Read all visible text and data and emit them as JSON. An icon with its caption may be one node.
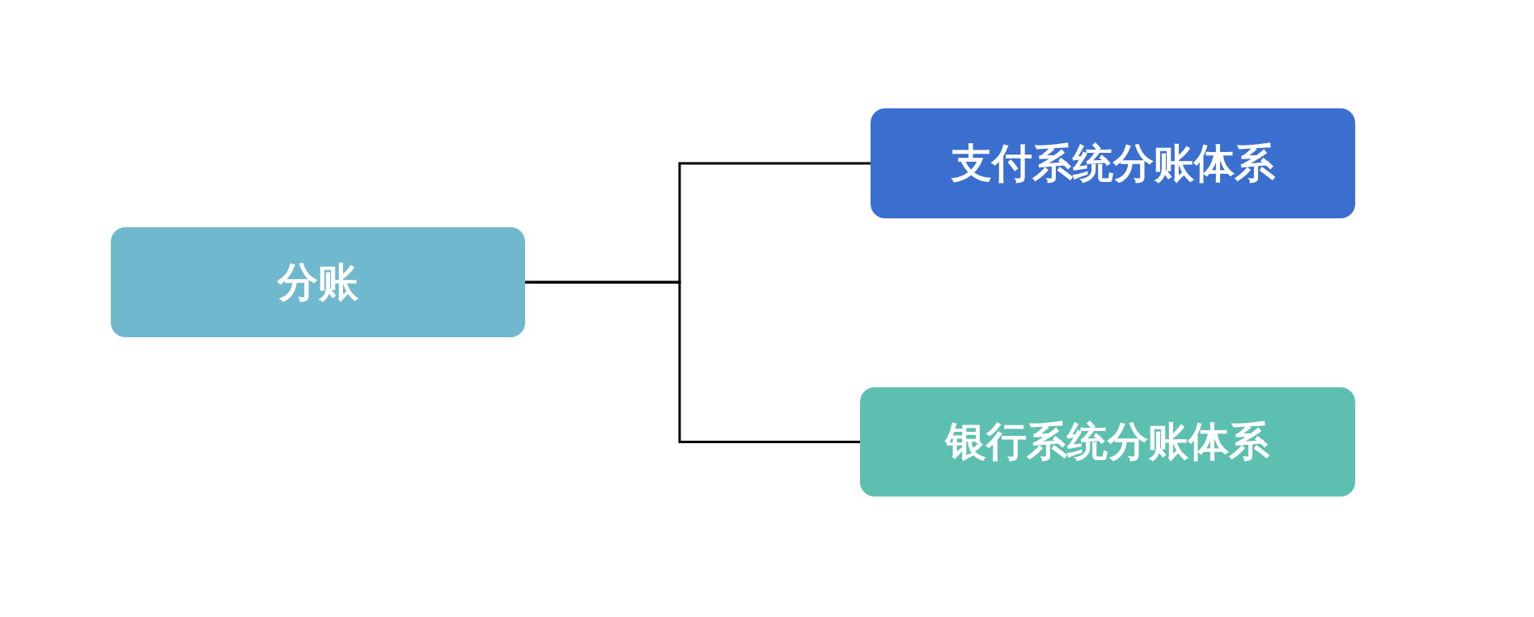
{
  "diagram": {
    "nodes": [
      {
        "text": [
          "分账"
        ]
      },
      {
        "text": [
          "支付系统分账体系"
        ]
      },
      {
        "text": [
          "银行系统分账体系"
        ]
      }
    ],
    "edges": [
      {
        "from": 0,
        "to": 1,
        "arrow": "none"
      },
      {
        "from": 0,
        "to": 2,
        "arrow": "none"
      }
    ]
  }
}
